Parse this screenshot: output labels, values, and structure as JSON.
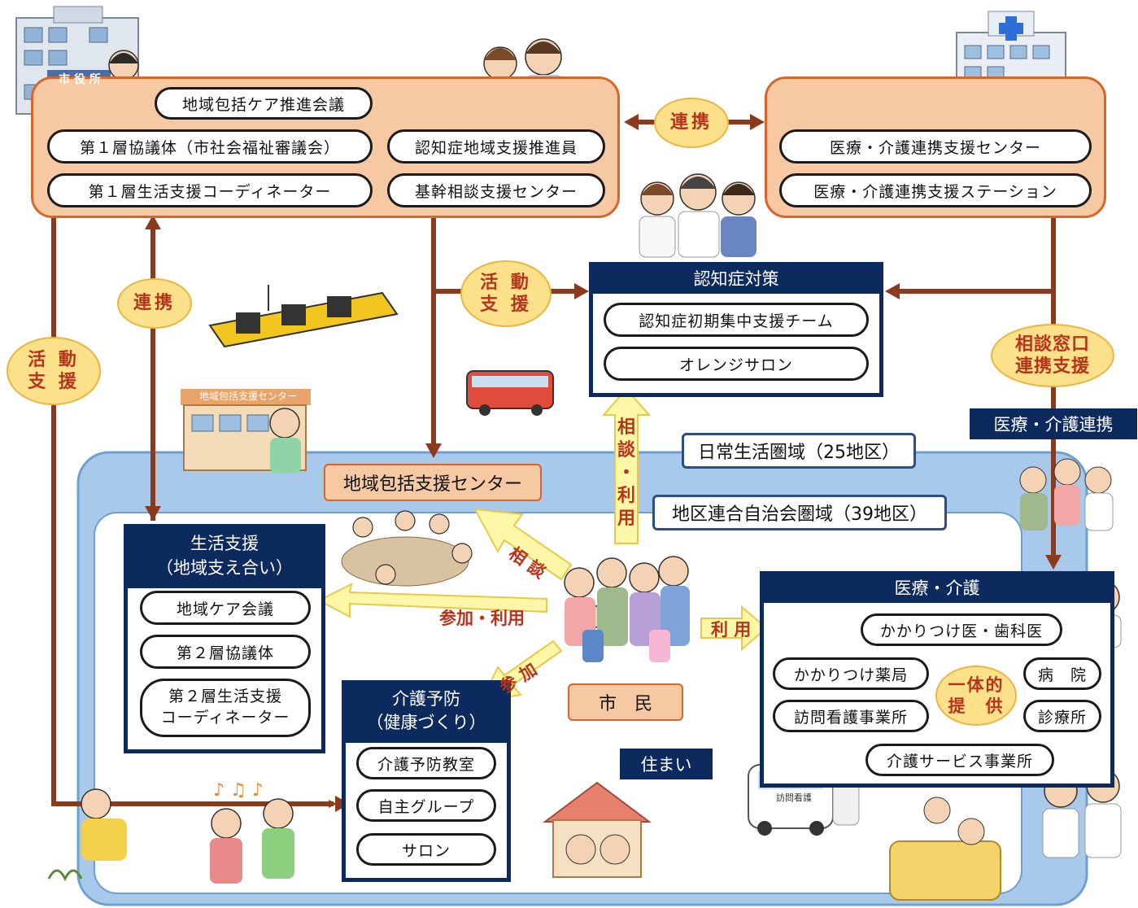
{
  "top_left_group": {
    "items": [
      "地域包括ケア推進会議",
      "第１層協議体（市社会福祉審議会）",
      "認知症地域支援推進員",
      "第１層生活支援コーディネーター",
      "基幹相談支援センター"
    ]
  },
  "city_hall_sign": "市 役 所",
  "top_right_group": {
    "items": [
      "医療・介護連携支援センター",
      "医療・介護連携支援ステーション"
    ]
  },
  "ovals": {
    "renkei_top": [
      "連",
      "携"
    ],
    "renkei_left": [
      "連",
      "携"
    ],
    "katsudo_left": [
      "活 動",
      "支 援"
    ],
    "katsudo_center": [
      "活 動",
      "支 援"
    ],
    "soudan_right": [
      "相談窓口",
      "連携支援"
    ]
  },
  "dementia": {
    "title": "認知症対策",
    "items": [
      "認知症初期集中支援チーム",
      "オレンジサロン"
    ]
  },
  "vertical_arrow_text": [
    "相",
    "談",
    "・",
    "利",
    "用"
  ],
  "medical_care_link": "医療・介護連携",
  "daily_area": "日常生活圏域（25地区）",
  "district_area": "地区連合自治会圏域（39地区）",
  "center_label": "地域包括支援センター",
  "center_sign": "地域包括支援センター",
  "life_support": {
    "title_line1": "生活支援",
    "title_line2": "（地域支え合い）",
    "items": [
      "地域ケア会議",
      "第２層協議体"
    ],
    "item3_line1": "第２層生活支援",
    "item3_line2": "コーディネーター"
  },
  "prevention": {
    "title_line1": "介護予防",
    "title_line2": "（健康づくり）",
    "items": [
      "介護予防教室",
      "自主グループ",
      "サロン"
    ]
  },
  "medical": {
    "title": "医療・介護",
    "items": [
      "かかりつけ医・歯科医",
      "かかりつけ薬局",
      "病　院",
      "訪問看護事業所",
      "診療所",
      "介護サービス事業所"
    ],
    "center_line1": "一体的",
    "center_line2": "提　供"
  },
  "arrow_labels": {
    "soudan": "相 談",
    "sanka_riyou": "参加・利用",
    "sanka": "参 加",
    "riyou": "利 用"
  },
  "citizen": "市　民",
  "housing": "住まい",
  "car_label": "訪問看護",
  "colors": {
    "navy": "#0d2a5e",
    "brown_arrow": "#8b3a1e",
    "orange_fill": "#f7c9a3",
    "orange_border": "#d9652a",
    "oval_fill": "#fde08a",
    "oval_text": "#b5341b",
    "region_blue": "#a9c9ea",
    "yellow_arrow": "#fff7a8"
  }
}
